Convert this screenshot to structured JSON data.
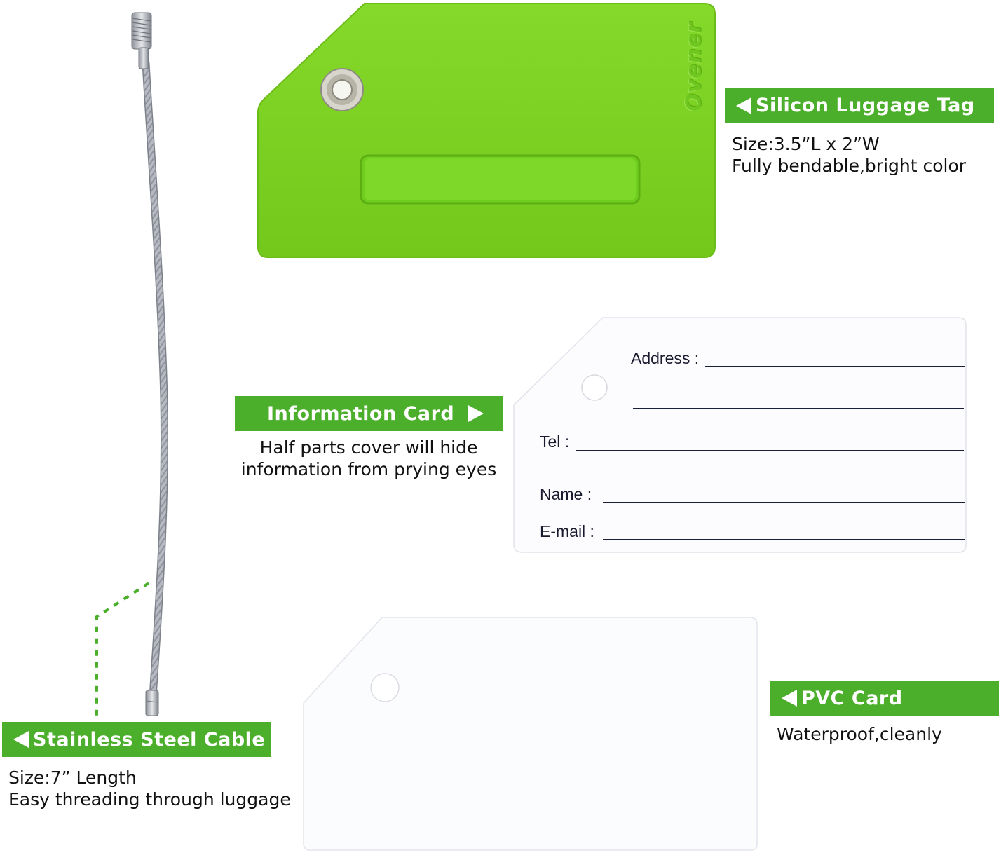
{
  "colors": {
    "label_green": "#4caf2c",
    "tag_green": "#7ed321",
    "cable_gray": "#a6aab3",
    "dotted_green": "#4caf2c"
  },
  "silicon_tag": {
    "brand": "Ovener",
    "label": "Silicon Luggage Tag",
    "desc_line1": "Size:3.5”L x 2”W",
    "desc_line2": "Fully bendable,bright color",
    "icon": "grommet-icon"
  },
  "information_card": {
    "label": "Information Card",
    "desc_line1": "Half parts cover will hide",
    "desc_line2": "information from prying eyes",
    "fields": {
      "address": "Address :",
      "tel": "Tel :",
      "name": "Name :",
      "email": "E-mail :"
    }
  },
  "pvc_card": {
    "label": "PVC Card",
    "desc_line1": "Waterproof,cleanly"
  },
  "cable": {
    "label": "Stainless Steel Cable",
    "desc_line1": "Size:7” Length",
    "desc_line2": "Easy threading through luggage",
    "icon": "steel-cable-icon"
  }
}
